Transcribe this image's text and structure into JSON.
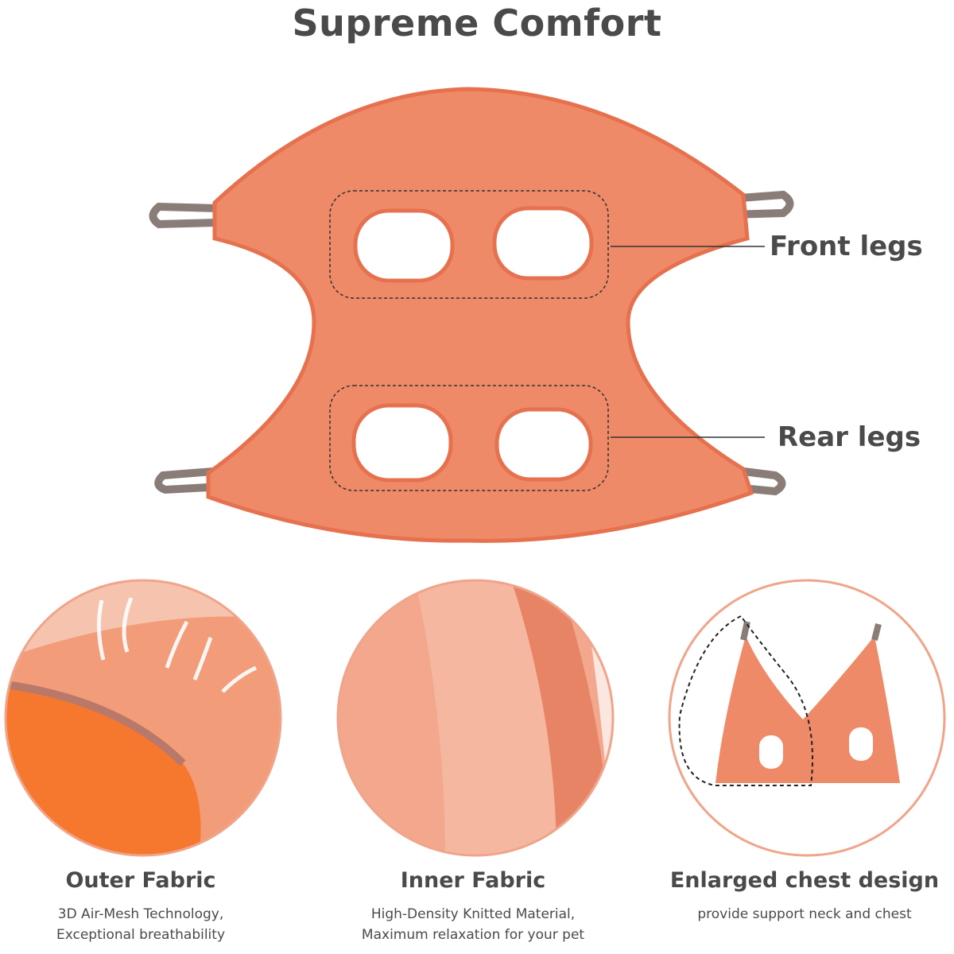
{
  "title": "Supreme Comfort",
  "callouts": {
    "front": "Front legs",
    "rear": "Rear legs"
  },
  "features": [
    {
      "title": "Outer Fabric",
      "line1": "3D Air-Mesh Technology,",
      "line2": "Exceptional breathability"
    },
    {
      "title": "Inner Fabric",
      "line1": "High-Density Knitted Material,",
      "line2": "Maximum relaxation for your pet"
    },
    {
      "title": "Enlarged chest design",
      "line1": "provide support neck and chest",
      "line2": ""
    }
  ],
  "colors": {
    "fabric": "#ef8a68",
    "edge": "#e7785a",
    "strap": "#8a7d78",
    "text": "#4a4a4a",
    "ring": "#f0a48a"
  }
}
